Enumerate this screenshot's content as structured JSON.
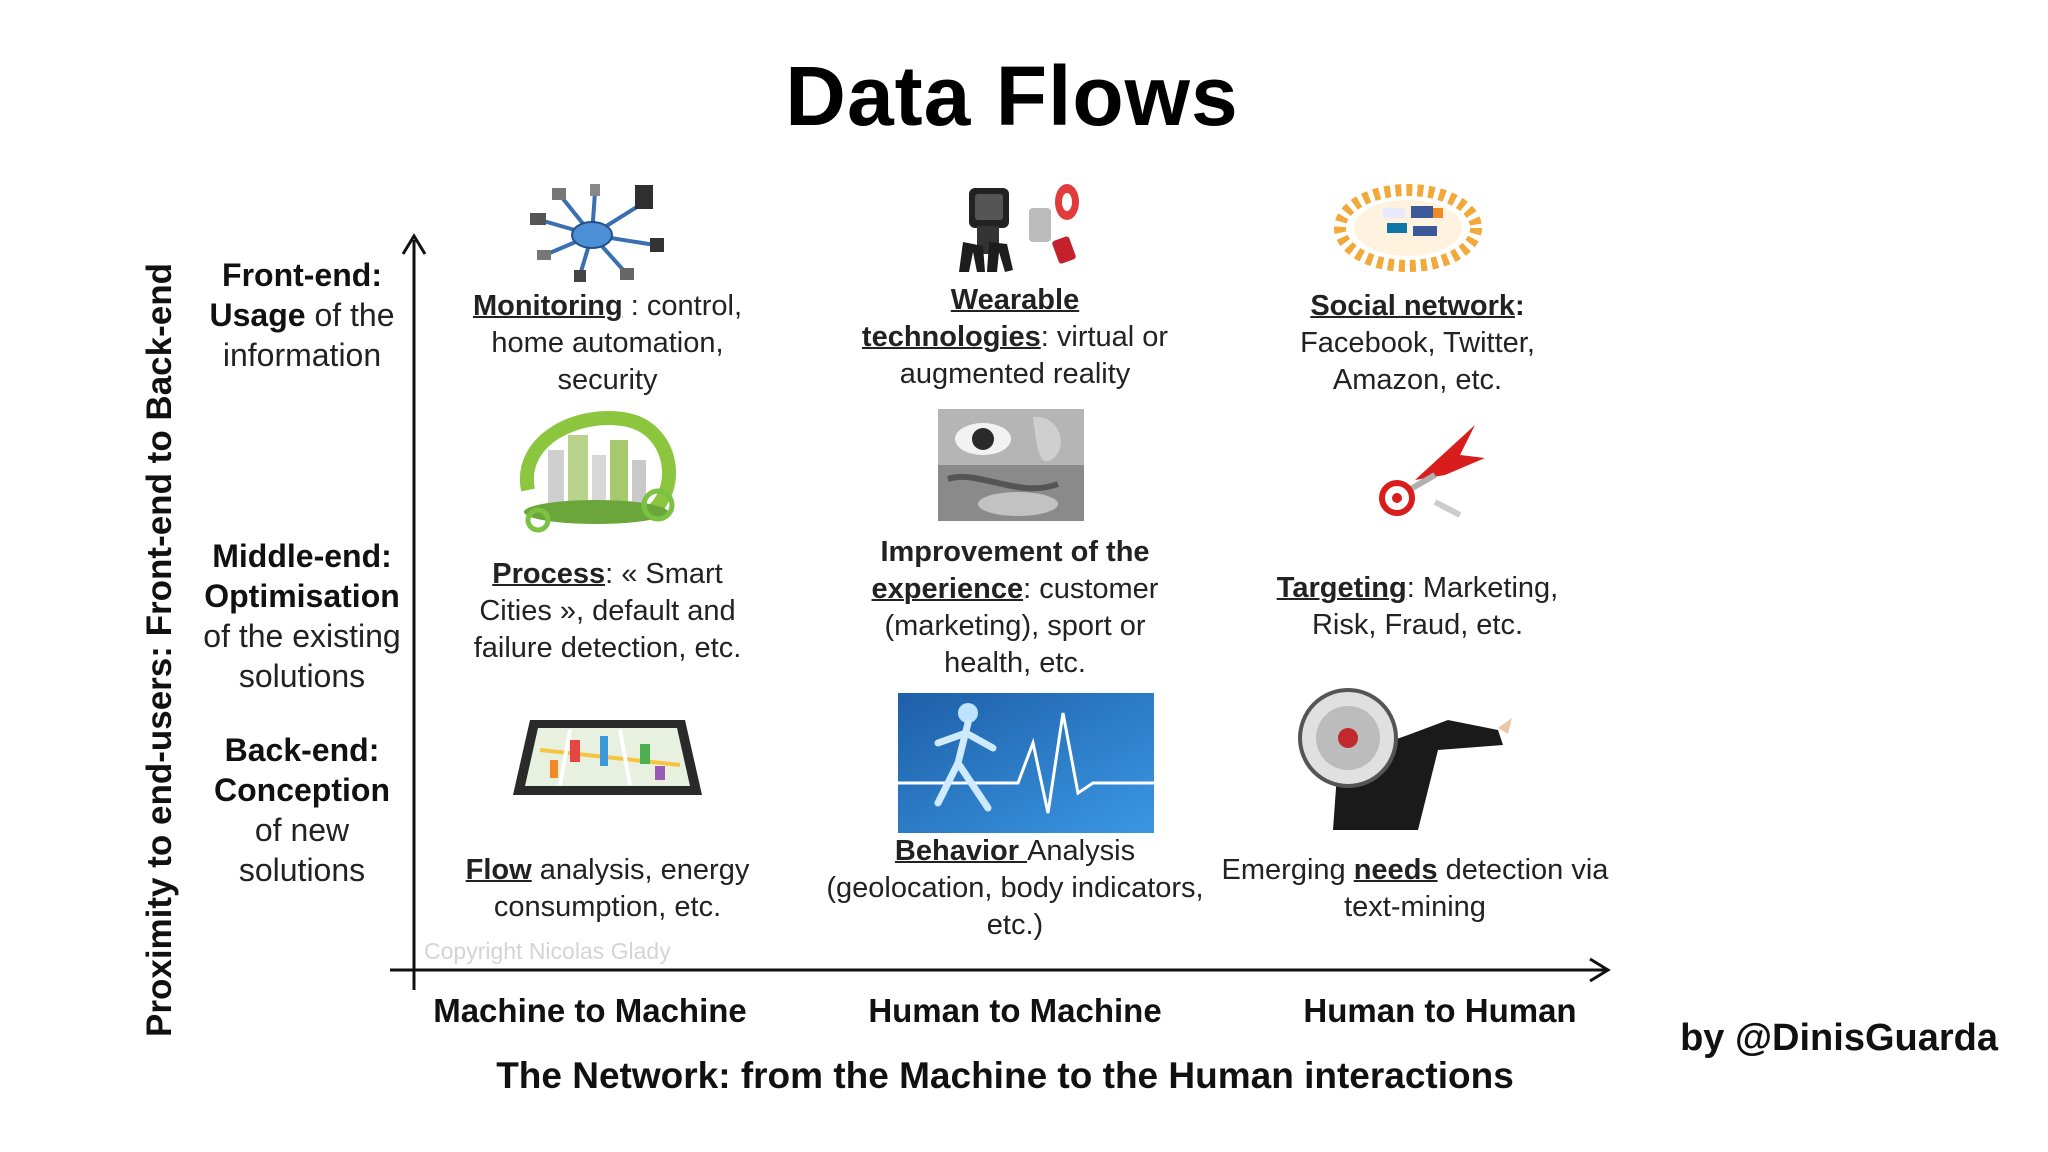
{
  "title": "Data Flows",
  "y_axis": {
    "label": "Proximity to end-users: Front-end to Back-end"
  },
  "x_axis": {
    "label": "The Network: from the Machine to the Human interactions"
  },
  "rows": [
    {
      "term": "Front-end:",
      "bold": "Usage",
      "rest_line1": " of the",
      "rest_line2": "information"
    },
    {
      "term": "Middle-end:",
      "bold": "Optimisation",
      "rest_line1": "of the existing",
      "rest_line2": "solutions"
    },
    {
      "term": "Back-end:",
      "bold": "Conception",
      "rest_line1": "of new",
      "rest_line2": "solutions"
    }
  ],
  "columns": [
    "Machine to Machine",
    "Human to Machine",
    "Human to Human"
  ],
  "cells": {
    "monitoring": {
      "key": "Monitoring",
      "l1": " : control,",
      "l2": "home automation,",
      "l3": "security"
    },
    "wearable": {
      "k1": "Wearable",
      "k2": "technologies",
      "l2": ": virtual or",
      "l3": "augmented reality"
    },
    "social": {
      "key": "Social network",
      "l1": ":",
      "l2": "Facebook, Twitter,",
      "l3": "Amazon, etc."
    },
    "process": {
      "key": "Process",
      "l1": ": « Smart",
      "l2": "Cities », default and",
      "l3": "failure detection, etc."
    },
    "experience": {
      "l1": "Improvement of the",
      "key": "experience",
      "l2": ": customer",
      "l3": "(marketing), sport or",
      "l4": "health, etc."
    },
    "targeting": {
      "key": "Targeting",
      "l1": ": Marketing,",
      "l2": "Risk, Fraud, etc."
    },
    "flow": {
      "key": "Flow",
      "l1": " analysis, energy",
      "l2": "consumption, etc."
    },
    "behavior": {
      "key": "Behavior ",
      "l1": "Analysis",
      "l2": "(geolocation, body indicators,",
      "l3": "etc.)"
    },
    "needs": {
      "pre": "Emerging ",
      "key": "needs",
      "l1": " detection via",
      "l2": "text-mining"
    }
  },
  "images": {
    "network": "network-hub-icon",
    "wearables": "smartwatch-gloves-icon",
    "social_ring": "people-ring-social-icon",
    "green_city": "green-city-icon",
    "eye_ear": "eye-ear-photo",
    "dart": "dart-target-icon",
    "tablet_map": "tablet-map-icon",
    "runner": "xray-runner-photo",
    "megaphone": "megaphone-man-photo"
  },
  "watermark": "Copyright Nicolas Glady",
  "credit": "by @DinisGuarda",
  "colors": {
    "text": "#1a1a1a",
    "axis": "#111111",
    "runner_bg": "#2a7fd0",
    "dart_red": "#d91c1c"
  }
}
